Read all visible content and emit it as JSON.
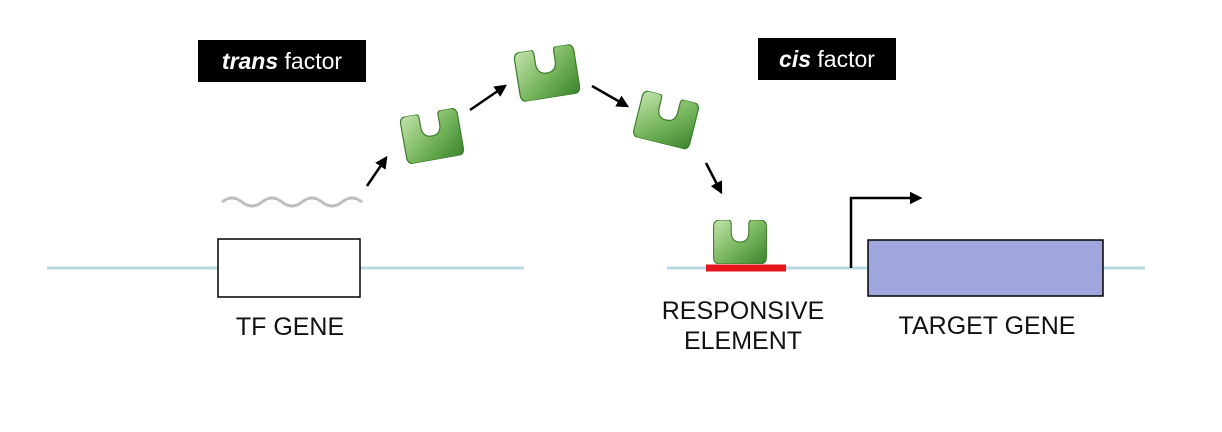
{
  "trans_tag": {
    "italic": "trans",
    "rest": " factor"
  },
  "cis_tag": {
    "italic": "cis",
    "rest": " factor"
  },
  "labels": {
    "tf_gene": "TF GENE",
    "responsive_line1": "RESPONSIVE",
    "responsive_line2": "ELEMENT",
    "target_gene": "TARGET GENE"
  },
  "colors": {
    "dna": "#b9d9e2",
    "protein_light": "#bfe0a6",
    "protein_dark": "#3e8a2e",
    "responsive_element": "#e5141b",
    "target_gene_fill": "#9fa6dd",
    "mrna": "#bdbdbd"
  },
  "icons": [
    "protein-icon",
    "mrna-wave",
    "arrow",
    "transcription-start-arrow"
  ]
}
